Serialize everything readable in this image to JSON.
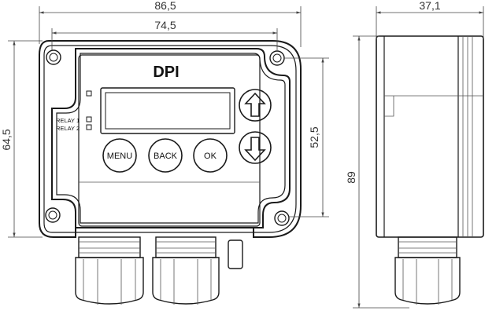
{
  "diagram": {
    "device_label": "DPI",
    "buttons": {
      "menu": "MENU",
      "back": "BACK",
      "ok": "OK",
      "up_icon": "arrow-up-icon",
      "down_icon": "arrow-down-icon"
    },
    "relays": {
      "relay1": "RELAY 1",
      "relay2": "RELAY 2"
    },
    "dimensions": {
      "overall_width": "86,5",
      "inner_width": "74,5",
      "overall_height": "64,5",
      "inner_height": "52,5",
      "side_depth": "37,1",
      "side_height": "89"
    }
  }
}
